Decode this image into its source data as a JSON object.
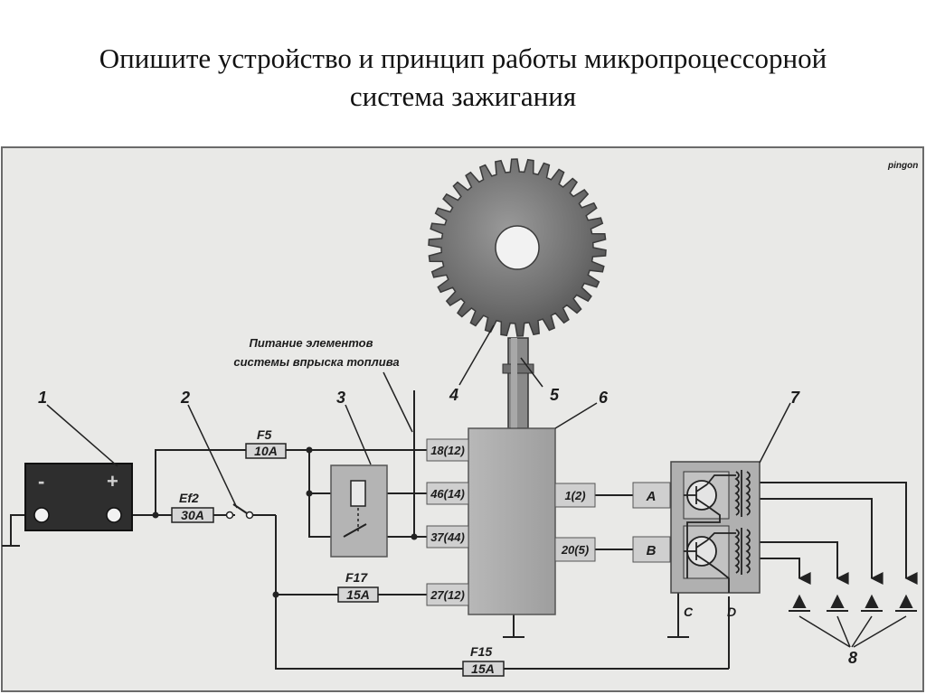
{
  "title": {
    "line1": "Опишите устройство и принцип работы микропроцессорной",
    "line2": "система зажигания"
  },
  "diagram": {
    "watermark": "pingon",
    "caption_line1": "Питание элементов",
    "caption_line2": "системы впрыска топлива",
    "callouts": [
      "1",
      "2",
      "3",
      "4",
      "5",
      "6",
      "7",
      "8"
    ],
    "fuses": [
      {
        "name": "F5",
        "rating": "10A"
      },
      {
        "name": "Ef2",
        "rating": "30A"
      },
      {
        "name": "F17",
        "rating": "15A"
      },
      {
        "name": "F15",
        "rating": "15A"
      }
    ],
    "ecu_pins": [
      "18(12)",
      "46(14)",
      "37(44)",
      "27(12)",
      "1(2)",
      "20(5)"
    ],
    "drivers": [
      "A",
      "B"
    ],
    "terminals": [
      "C",
      "D"
    ],
    "battery_signs": [
      "-",
      "+"
    ]
  }
}
